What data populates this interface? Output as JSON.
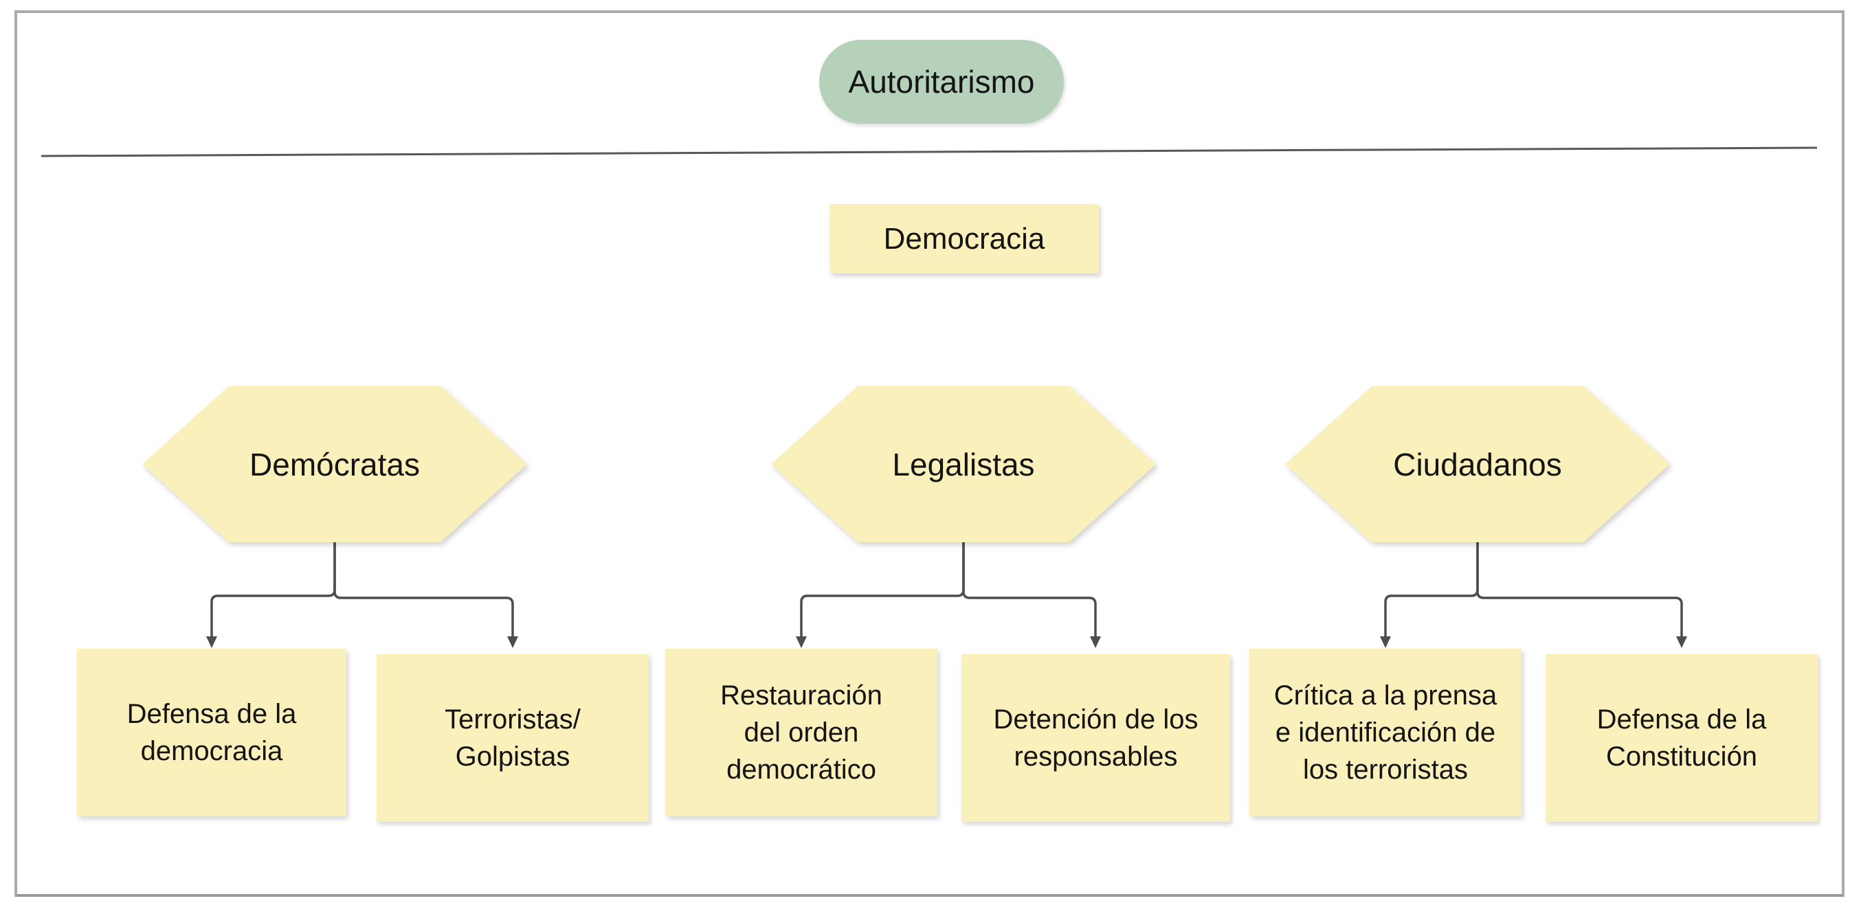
{
  "diagram": {
    "root": {
      "label": "Autoritarismo"
    },
    "level2": {
      "label": "Democracia"
    },
    "branches": [
      {
        "label": "Demócratas",
        "children": [
          {
            "label": "Defensa de la\ndemocracia"
          },
          {
            "label": "Terroristas/\nGolpistas"
          }
        ]
      },
      {
        "label": "Legalistas",
        "children": [
          {
            "label": "Restauración\ndel orden\ndemocrático"
          },
          {
            "label": "Detención de los\nresponsables"
          }
        ]
      },
      {
        "label": "Ciudadanos",
        "children": [
          {
            "label": "Crítica a la prensa\ne identificación de\nlos terroristas"
          },
          {
            "label": "Defensa de la\nConstitución"
          }
        ]
      }
    ],
    "colors": {
      "root_fill": "#b6d1b9",
      "node_fill": "#faf0bc",
      "connector": "#4d4d4d",
      "divider": "#58585b",
      "frame_border": "#a9a9ae",
      "text": "#141414"
    }
  }
}
